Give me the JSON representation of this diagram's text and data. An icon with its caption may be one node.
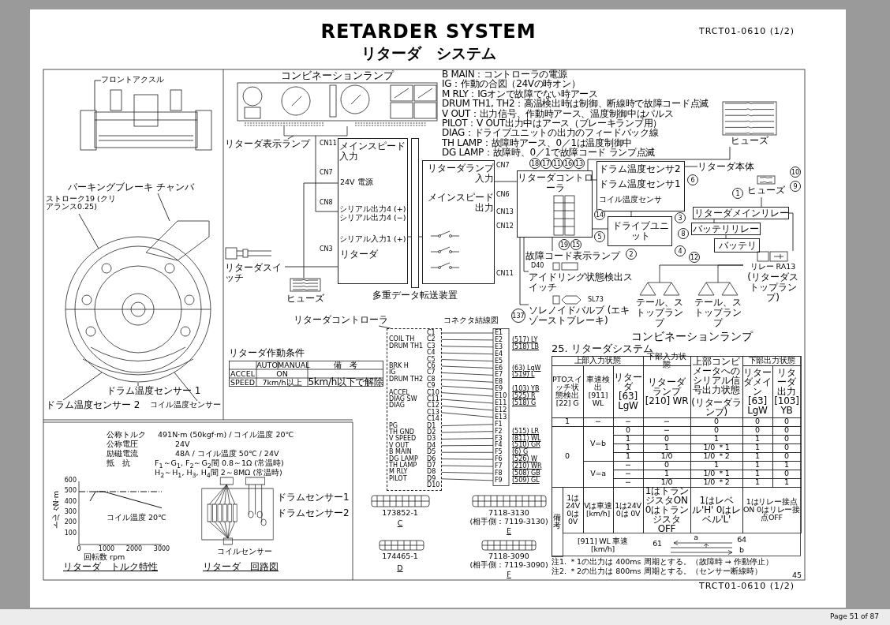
{
  "diagram": {
    "title": "RETARDER SYSTEM",
    "nodes": [
      {
        "text": [
          "コンビネーションランプ"
        ]
      },
      {
        "text": [
          "リターダ表示ランプ"
        ]
      },
      {
        "text": [
          "メインスピード入力",
          "24V 電源",
          "シリアル出力4 (+)",
          "シリアル出力4 (−)",
          "シリアル入力1 (+)",
          "リターダ"
        ],
        "beside": [
          "CN11",
          "CN7",
          "CN8",
          "CN3"
        ]
      },
      {
        "text": [
          "リターダランプ入力",
          "メインスピード出力"
        ],
        "beside": [
          "CN7",
          "CN6",
          "CN13",
          "CN12",
          "CN11"
        ]
      },
      {
        "text": [
          "リターダスイッチ"
        ]
      },
      {
        "text": [
          "ヒューズ"
        ]
      },
      {
        "text": [
          "リターダコントローラ"
        ]
      },
      {
        "text": [
          "故障コード表示ランプ"
        ]
      },
      {
        "text": [
          "ドラム温度センサ2",
          "ドラム温度センサ1",
          "コイル温度センサ"
        ]
      },
      {
        "text": [
          "リターダ本体"
        ]
      },
      {
        "text": [
          "ドライブユニット"
        ]
      },
      {
        "text": [
          "ヒューズ"
        ]
      },
      {
        "text": [
          "ヒューズ"
        ]
      },
      {
        "text": [
          "リターダメインリレー"
        ]
      },
      {
        "text": [
          "バッテリリレー"
        ]
      },
      {
        "text": [
          "バッテリ"
        ]
      },
      {
        "text": [
          "リレー RA13",
          "(リターダストップランプ)"
        ]
      },
      {
        "text": [
          "アイドリング状態検出スイッチ"
        ]
      },
      {
        "text": [
          "ソレノイドバルブ (エキゾーストブレーキ)"
        ]
      },
      {
        "text": [
          "テール、ストップランプ"
        ]
      },
      {
        "text": [
          "テール、ストップランプ"
        ]
      },
      {
        "text": [],
        "shape": "picture"
      },
      {
        "text": [
          "フロントアクスル"
        ]
      },
      {
        "text": [],
        "shape": "picture"
      },
      {
        "text": [
          "パーキングブレーキ チャンバ"
        ]
      },
      {
        "text": [
          "ストローク19 (クリアランス0.25)"
        ]
      },
      {
        "text": [
          "ドラム温度センサー 1"
        ]
      },
      {
        "text": [
          "ドラム温度センサー 2"
        ]
      },
      {
        "text": [
          "コイル温度センサー"
        ]
      },
      {
        "text": [],
        "shape": "box"
      },
      {
        "text": [
          "リターダコントローラ"
        ]
      },
      {
        "text": [],
        "shape": "bar",
        "beside": [
          "多重データ転送装置"
        ]
      }
    ],
    "edges": [
      {
        "from": 1,
        "to": 0,
        "arrow": "none"
      },
      {
        "from": 0,
        "to": 2,
        "arrow": "none"
      },
      {
        "from": 4,
        "to": 2,
        "arrow": "none"
      },
      {
        "from": 5,
        "to": 2,
        "arrow": "none"
      },
      {
        "from": 2,
        "to": 31,
        "arrow": "none"
      },
      {
        "from": 31,
        "to": 3,
        "arrow": "none"
      },
      {
        "from": 3,
        "to": 6,
        "arrow": "none"
      },
      {
        "from": 7,
        "to": 6,
        "arrow": "none"
      },
      {
        "from": 6,
        "to": 8,
        "arrow": "none"
      },
      {
        "from": 6,
        "to": 10,
        "arrow": "none"
      },
      {
        "from": 10,
        "to": 8,
        "arrow": "none"
      },
      {
        "from": 9,
        "to": 8,
        "arrow": "none"
      },
      {
        "from": 11,
        "to": 6,
        "arrow": "none"
      },
      {
        "from": 12,
        "to": 13,
        "arrow": "none"
      },
      {
        "from": 13,
        "to": 14,
        "arrow": "none"
      },
      {
        "from": 14,
        "to": 15,
        "arrow": "none"
      },
      {
        "from": 16,
        "to": 13,
        "arrow": "none"
      },
      {
        "from": 17,
        "to": 6,
        "arrow": "none"
      },
      {
        "from": 18,
        "to": 6,
        "arrow": "none"
      },
      {
        "from": 16,
        "to": 19,
        "arrow": "none"
      },
      {
        "from": 16,
        "to": 20,
        "arrow": "none"
      },
      {
        "from": 22,
        "to": 21,
        "arrow": "none"
      },
      {
        "from": 24,
        "to": 23,
        "arrow": "none"
      },
      {
        "from": 25,
        "to": 23,
        "arrow": "none"
      },
      {
        "from": 26,
        "to": 23,
        "arrow": "none"
      },
      {
        "from": 27,
        "to": 23,
        "arrow": "none"
      },
      {
        "from": 28,
        "to": 23,
        "arrow": "none"
      },
      {
        "from": 30,
        "to": 29,
        "arrow": "none"
      }
    ],
    "labels": [
      "リターダ　システム",
      "TRCT01-0610 (1/2)",
      "B MAIN：コントローラの電源",
      "IG：作動の合図（24Vの時オン）",
      "M RLY：IGオンで故障でない時アース",
      "DRUM TH1, TH2：高温検出時は制御、断線時で故障コード点滅",
      "V OUT：出力信号、作動時アース、温度制御中はパルス",
      "PILOT：V OUT出力中はアース（ブレーキランプ用）",
      "DIAG：ドライブユニットの出力のフィードバック線",
      "TH LAMP：故障時アース、0／1は温度制御中",
      "DG LAMP：故障時、0／1で故障コード ランプ点滅",
      "18",
      "17",
      "11",
      "16",
      "13",
      "10",
      "6",
      "9",
      "1",
      "14",
      "3",
      "8",
      "5",
      "19",
      "15",
      "4",
      "2",
      "12",
      "137",
      "コンビネーションランプ",
      "D40",
      "SL73",
      "リターダ作動条件",
      "AUTO",
      "MANUAL",
      "備　考",
      "ACCEL",
      "ON",
      "SPEED",
      "7km/h以上",
      "5km/h以下で解除",
      "公称トルク",
      "491N·m (50kgf·m) / コイル温度 20℃",
      "公称電圧",
      "24V",
      "励磁電流",
      "48A / コイル温度 50℃ / 24V",
      "抵　抗",
      "F$_{1}$～G$_{1}$, F$_{2}$～G$_{2}$間 0.8～1Ω (常温時)",
      "H$_{2}$～H$_{1}$, H$_{3}$, H$_{4}$間 2～8MΩ (常温時)",
      "ドラムセンサー1",
      "ドラムセンサー2",
      "コイルセンサー",
      "リターダ　回路図",
      "コネクタ結線図",
      "COIL TH",
      "DRUM TH1",
      "BRK H",
      "IG",
      "DRUM TH2",
      "ACCEL",
      "DIAG SW",
      "DIAG",
      "PG",
      "TH GND",
      "V SPEED",
      "V OUT",
      "B MAIN",
      "DG LAMP",
      "TH LAMP",
      "M RLY",
      "PILOT",
      "C1",
      "C2",
      "C3",
      "C4",
      "C5",
      "C6",
      "C7",
      "C8",
      "C9",
      "C10",
      "C11",
      "C12",
      "C13",
      "C14",
      "D1",
      "D2",
      "D3",
      "D4",
      "D5",
      "D6",
      "D7",
      "D8",
      "D9",
      "D10",
      "E1",
      "E2",
      "E3",
      "E4",
      "E5",
      "E6",
      "E7",
      "E8",
      "E9",
      "E10",
      "E11",
      "E12",
      "E13",
      "F1",
      "F2",
      "F3",
      "F4",
      "F5",
      "F6",
      "F7",
      "F8",
      "F9",
      "(517) LY",
      "(518) LB",
      "(63) LgW",
      "(519) L",
      "(103) YB",
      "(525) R",
      "(518) G",
      "(515) LR",
      "(811) WL",
      "(510) GR",
      "(6) G",
      "(526) W",
      "(210) WR",
      "(508) GB",
      "(509) GL",
      "173852-1",
      "C",
      "174465-1",
      "D",
      "7118-3130",
      "(相手側：7119-3130)",
      "E",
      "7118-3090",
      "(相手側：7119-3090)",
      "F",
      "25. リターダシステム",
      "上部入力状態",
      "下部入力状態",
      "上部コンビメータへのシリアル信号出力状態",
      "下部出力状態",
      "PTOスイッチ状態検出 [22] G",
      "車速検出 [911] WL",
      "リターダ [63] LgW",
      "リターダランプ [210] WR",
      "(リターダランプ)",
      "リターダメイン [63] LgW",
      "リターダ出力 [103] YB",
      "1",
      "−",
      "−",
      "−",
      "0",
      "0",
      "0",
      "0",
      "V=b",
      "0",
      "−",
      "0",
      "0",
      "0",
      "1",
      "0",
      "1",
      "1",
      "0",
      "1",
      "1",
      "1/0 ＊1",
      "1",
      "0",
      "1",
      "1/0",
      "1/0 ＊2",
      "1",
      "0",
      "V=a",
      "−",
      "0",
      "1",
      "1",
      "1",
      "−",
      "1",
      "1/0 ＊1",
      "1",
      "0",
      "−",
      "1/0",
      "1/0 ＊2",
      "1",
      "1",
      "1は24V 0は 0V",
      "Vは車速 [km/h]",
      "1は24V 0は 0V",
      "1はトランジスタON 0はトランジスタOFF",
      "1はレベル'H' 0はレベル'L'",
      "1はリレー接点ON 0はリレー接点OFF",
      "備考",
      "[911] WL 車速 [km/h]",
      "a",
      "61",
      "64",
      "b",
      "注1. ＊1の出力は 400ms 周期とする。（故障時 → 作動停止）",
      "注2. ＊2の出力は 800ms 周期とする。（センサー断線時）",
      "TRCT01-0610 (1/2)",
      "45",
      "Page 51 of 87"
    ],
    "chart_data": {
      "type": "line",
      "title": "リターダ　トルク特性",
      "xlabel": "回転数 rpm",
      "ylabel": "トルク N·m",
      "x": [
        0,
        400,
        600,
        900,
        3000
      ],
      "series": [
        {
          "color": "#111111",
          "values": [
            null,
            410,
            500,
            500,
            345
          ]
        },
        {
          "color": "#111111",
          "line_style": "dashed",
          "values": [
            500,
            500,
            500,
            500,
            500
          ]
        }
      ],
      "xlim": [
        0,
        3000
      ],
      "ylim": [
        0,
        600
      ],
      "xticks": [
        0,
        1000,
        2000,
        3000
      ],
      "yticks": [
        100,
        200,
        300,
        400,
        500,
        600
      ],
      "annotations": [
        "コイル温度 20℃"
      ]
    }
  }
}
